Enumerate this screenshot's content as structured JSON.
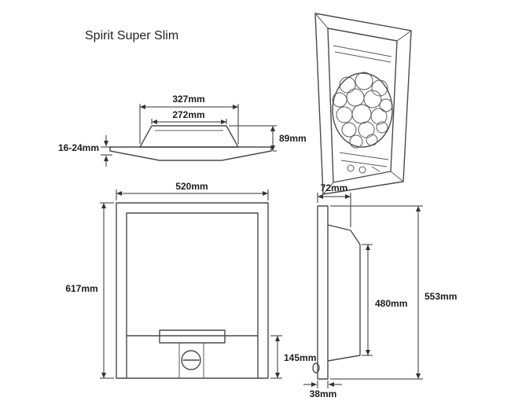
{
  "title": "Spirit Super Slim",
  "figures": {
    "canopy_section": {
      "width_outer": "327mm",
      "width_inner": "272mm",
      "height": "89mm",
      "plate_thickness": "16-24mm"
    },
    "front_view": {
      "width": "520mm",
      "height": "617mm",
      "lower_panel_height": "145mm"
    },
    "side_view": {
      "top_depth": "72mm",
      "overall_height": "553mm",
      "body_height": "480mm",
      "bottom_depth": "38mm"
    }
  }
}
